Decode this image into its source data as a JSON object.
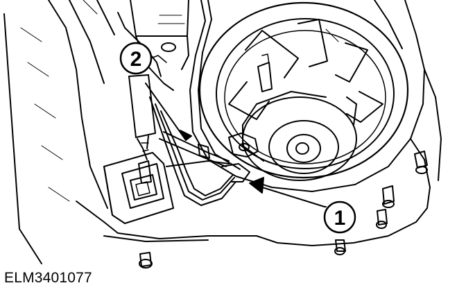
{
  "figure": {
    "reference_code": "ELM3401077",
    "callouts": [
      {
        "label": "1"
      },
      {
        "label": "2"
      }
    ],
    "colors": {
      "ink": "#000000",
      "paper": "#ffffff"
    }
  }
}
